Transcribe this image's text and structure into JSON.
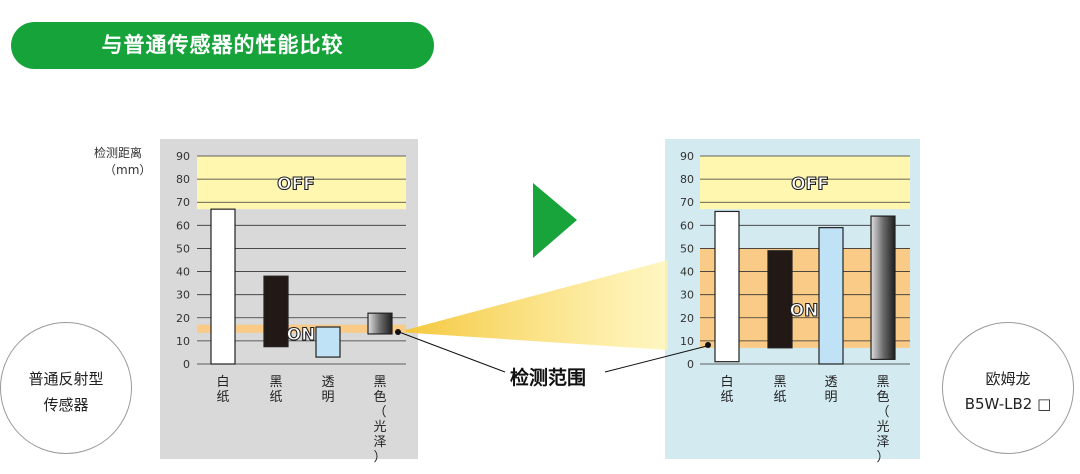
{
  "title": "与普通传感器的性能比较",
  "ylabel_line1": "检测距离",
  "ylabel_line2": "（mm）",
  "detection_range_label": "检测范围",
  "left_sensor": {
    "line1": "普通反射型",
    "line2": "传感器"
  },
  "right_sensor": {
    "line1": "欧姆龙",
    "line2": "B5W-LB2 □"
  },
  "chart_data": [
    {
      "type": "bar",
      "title": "",
      "ylabel": "检测距离（mm）",
      "ylim": [
        0,
        90
      ],
      "yticks": [
        0,
        10,
        20,
        30,
        40,
        50,
        60,
        70,
        80,
        90
      ],
      "categories": [
        "白纸",
        "黑纸",
        "透明",
        "黑色（光泽）"
      ],
      "bars": [
        [
          0,
          67
        ],
        [
          7.5,
          38
        ],
        [
          3,
          16
        ],
        [
          13,
          22
        ]
      ],
      "bar_colors": [
        "#ffffff",
        "#221815",
        "#bfe2f7",
        "gradient-gray"
      ],
      "off_band": [
        67,
        90
      ],
      "on_band": [
        13.5,
        17
      ],
      "off_label": "OFF",
      "on_label": "ON"
    },
    {
      "type": "bar",
      "title": "",
      "ylabel": "检测距离（mm）",
      "ylim": [
        0,
        90
      ],
      "yticks": [
        0,
        10,
        20,
        30,
        40,
        50,
        60,
        70,
        80,
        90
      ],
      "categories": [
        "白纸",
        "黑纸",
        "透明",
        "黑色（光泽）"
      ],
      "bars": [
        [
          1,
          66
        ],
        [
          7,
          49
        ],
        [
          0,
          59
        ],
        [
          2,
          64
        ]
      ],
      "bar_colors": [
        "#ffffff",
        "#221815",
        "#bfe2f7",
        "gradient-gray"
      ],
      "off_band": [
        67,
        90
      ],
      "on_band": [
        7,
        50
      ],
      "off_label": "OFF",
      "on_label": "ON"
    }
  ],
  "colors": {
    "title_green": "#15a33a",
    "arrow_green": "#19a33b",
    "off_yellow": "#fff7b0",
    "on_orange": "#f9cb86",
    "left_panel": "#d9d9d9",
    "right_panel": "#d4eaf1"
  }
}
